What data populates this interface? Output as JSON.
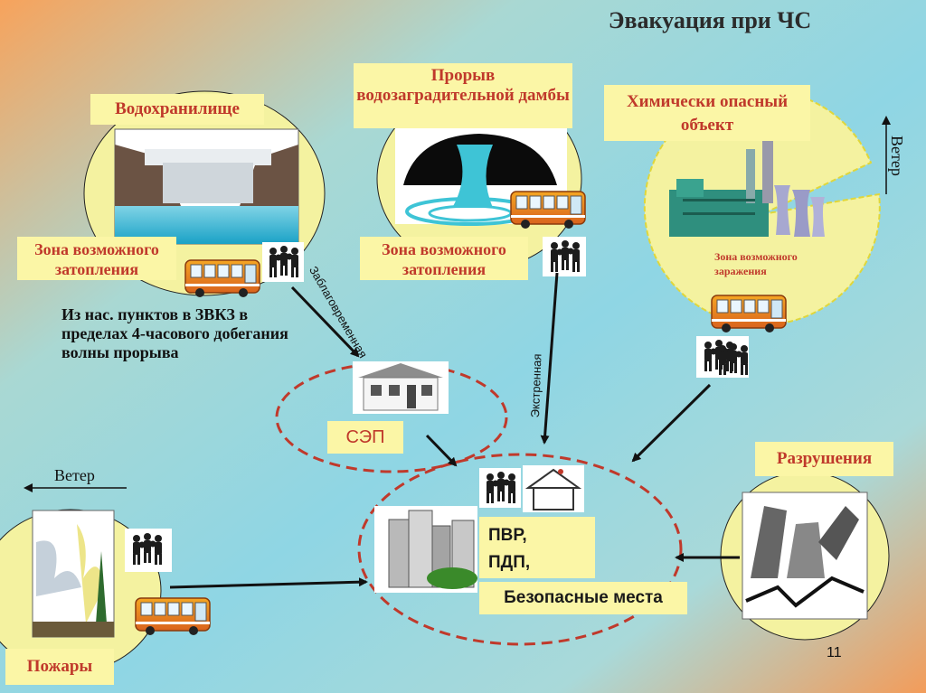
{
  "title": "Эвакуация при ЧС",
  "labels": {
    "reservoir": "Водохранилище",
    "dam_breach": "Прорыв водозаградительной дамбы",
    "chem_object": "Химически опасный объект",
    "flood_zone_left": "Зона возможного затопления",
    "flood_zone_right": "Зона возможного затопления",
    "contamination_zone": "Зона возможного заражения",
    "from_settlements": "Из нас. пунктов в ЗВКЗ в пределах 4-часового добегания волны прорыва",
    "sep": "СЭП",
    "destruction": "Разрушения",
    "fires": "Пожары",
    "pvr": "ПВР,",
    "pdp": "ПДП,",
    "safe_places": "Безопасные места",
    "wind_right": "Ветер",
    "wind_left": "Ветер",
    "advance_evacuation": "Заблаговременная",
    "emergency_evacuation": "Экстренная",
    "page_number": "11"
  },
  "colors": {
    "label_bg": "#fbf6a6",
    "label_text": "#c0392b",
    "dashed_circle": "#c0392b",
    "zone_circle": "#f4f2a0",
    "zone_edge": "#c9c21a"
  }
}
